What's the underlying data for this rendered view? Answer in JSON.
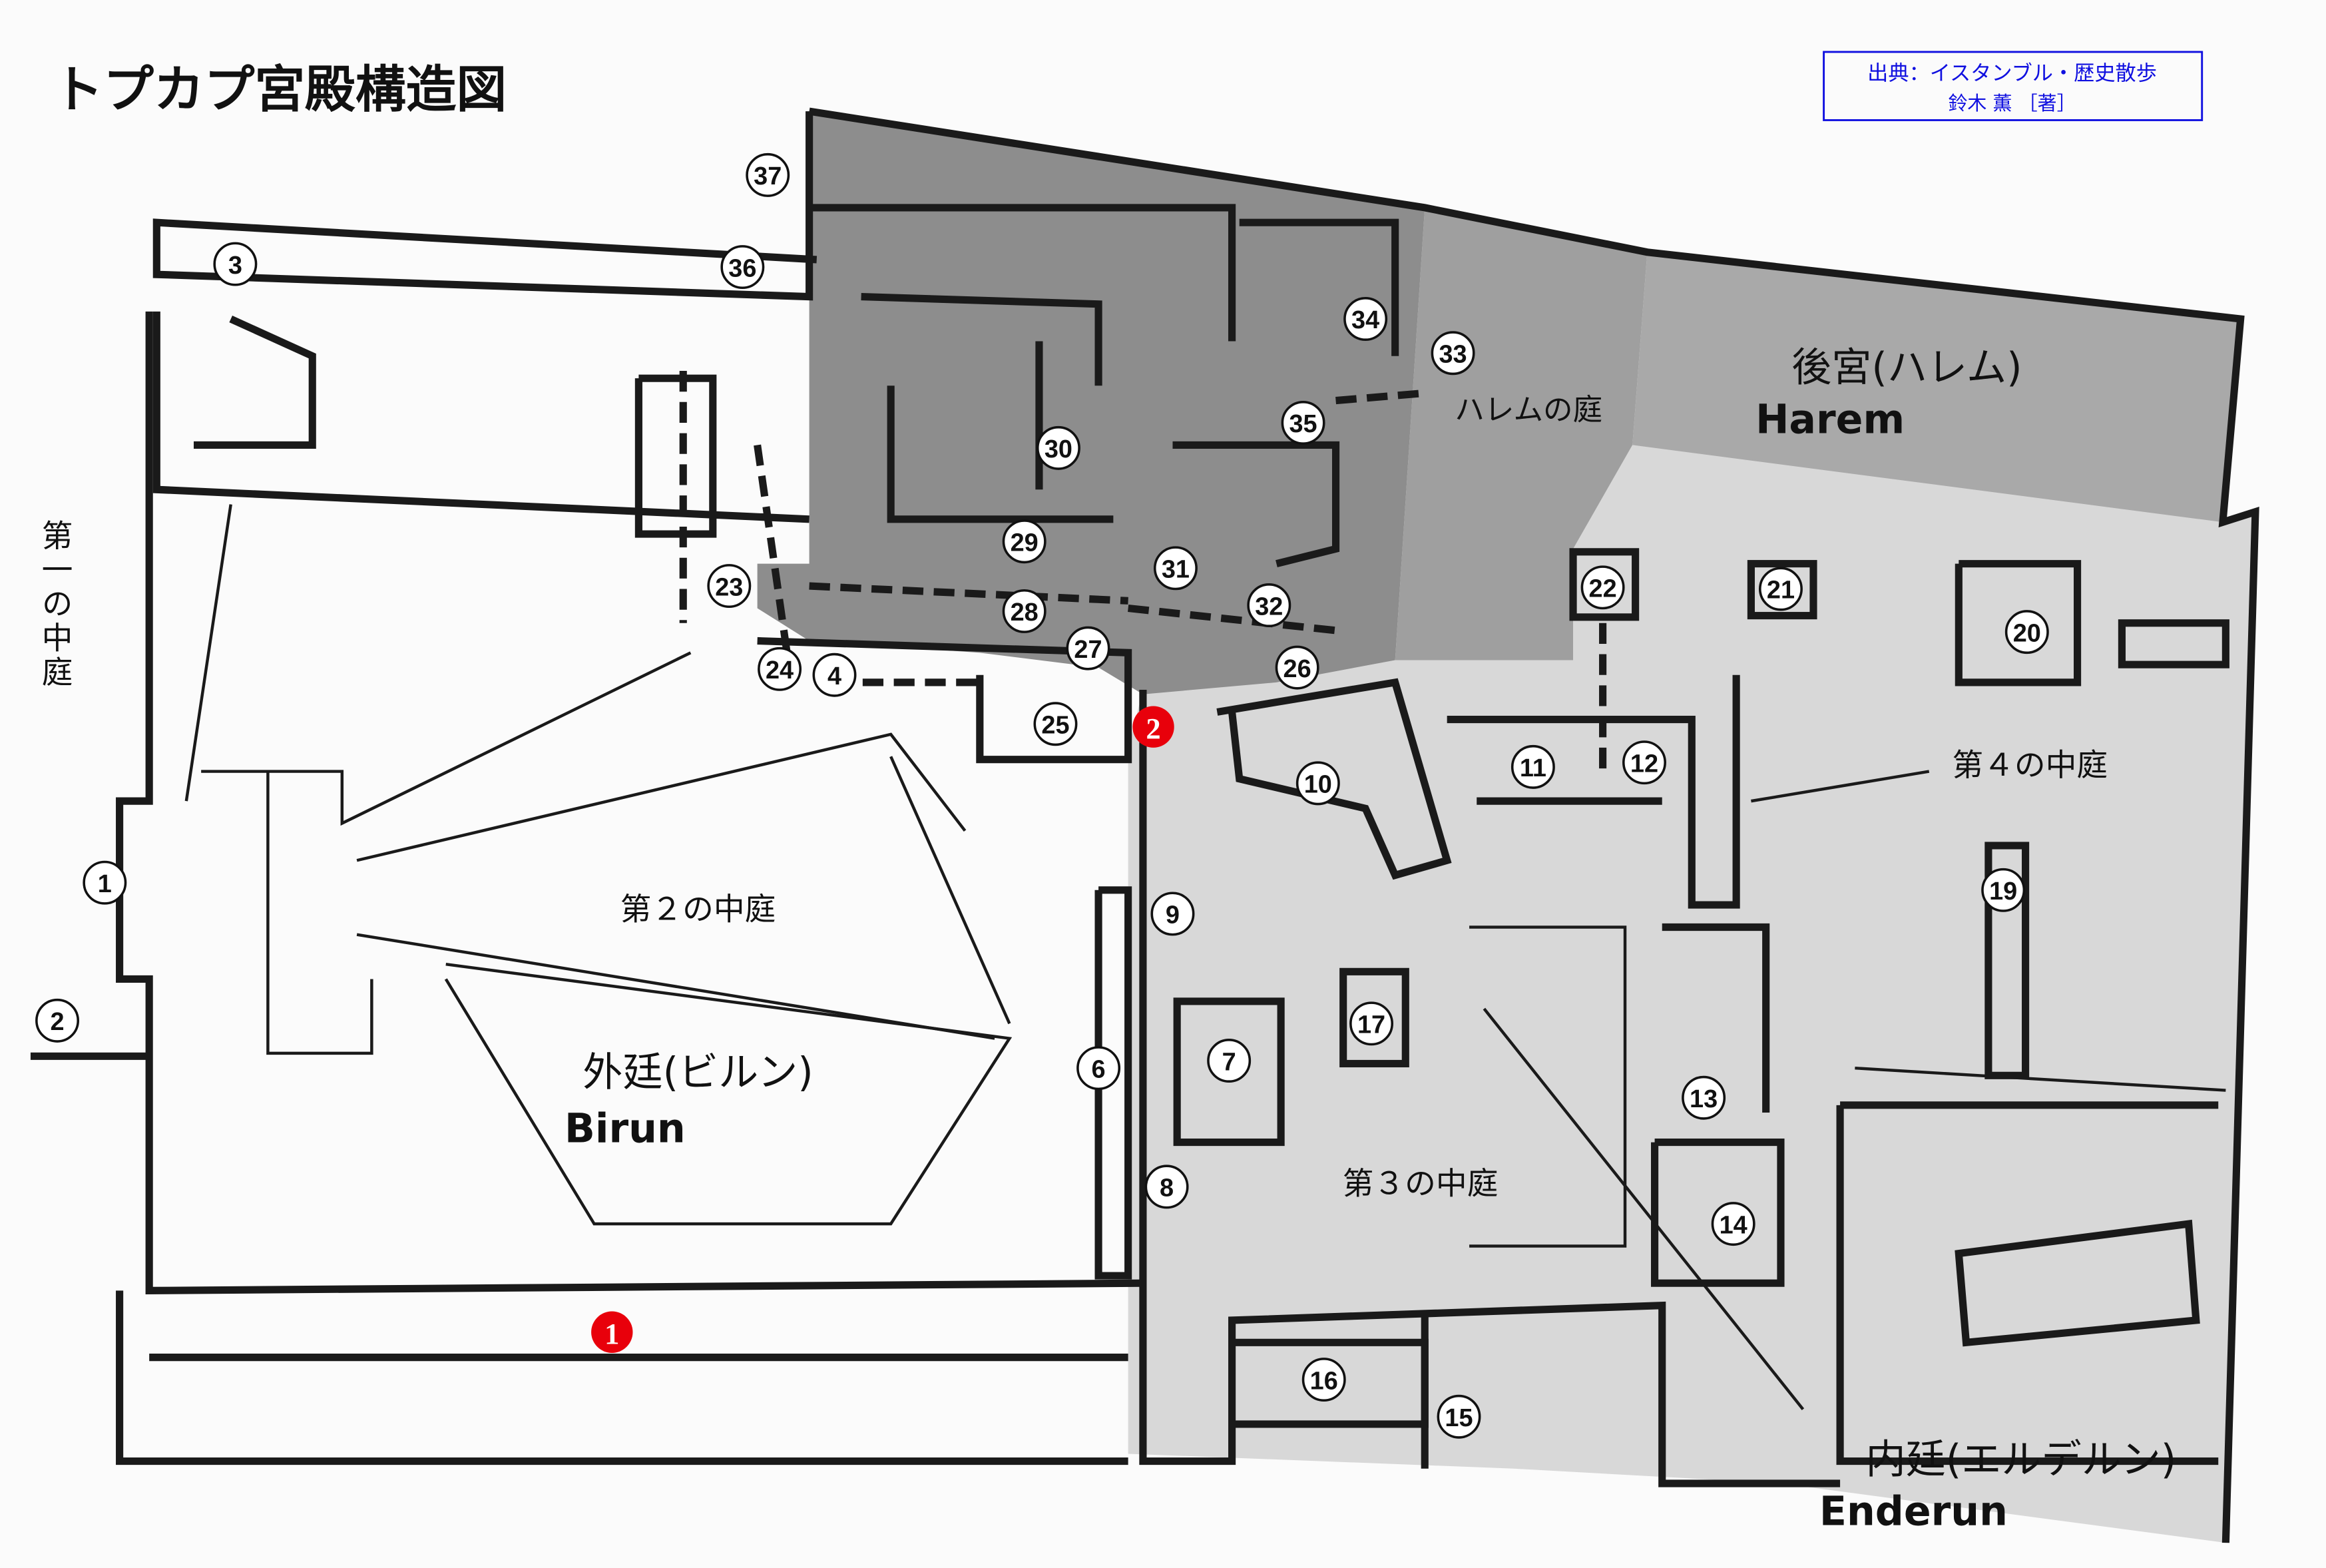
{
  "title": "トプカプ宮殿構造図",
  "source": {
    "line1": "出典：イスタンブル・歴史散歩",
    "line2": "鈴木 薫 ［著］",
    "border_color": "#1010e0"
  },
  "labels": {
    "first_courtyard": "第一の中庭",
    "second_courtyard": "第２の中庭",
    "birun_jp": "外廷(ビルン)",
    "birun_en": "Birun",
    "third_courtyard": "第３の中庭",
    "fourth_courtyard": "第４の中庭",
    "harem_jp": "後宮(ハレム)",
    "harem_en": "Harem",
    "harem_garden": "ハレムの庭",
    "enderun_jp": "内廷(エルデルン)",
    "enderun_en": "Enderun"
  },
  "numbered_sites": [
    "1",
    "2",
    "3",
    "4",
    "6",
    "7",
    "8",
    "9",
    "10",
    "11",
    "12",
    "13",
    "14",
    "15",
    "16",
    "17",
    "19",
    "20",
    "21",
    "22",
    "23",
    "24",
    "25",
    "26",
    "27",
    "28",
    "29",
    "30",
    "31",
    "32",
    "33",
    "34",
    "35",
    "36",
    "37"
  ],
  "red_markers": [
    "1",
    "2"
  ],
  "colors": {
    "harem_dark": "#8d8d8d",
    "harem_medium": "#a9a9a9",
    "inner_light": "#d6d6d6",
    "marker_red": "#e8000b"
  }
}
